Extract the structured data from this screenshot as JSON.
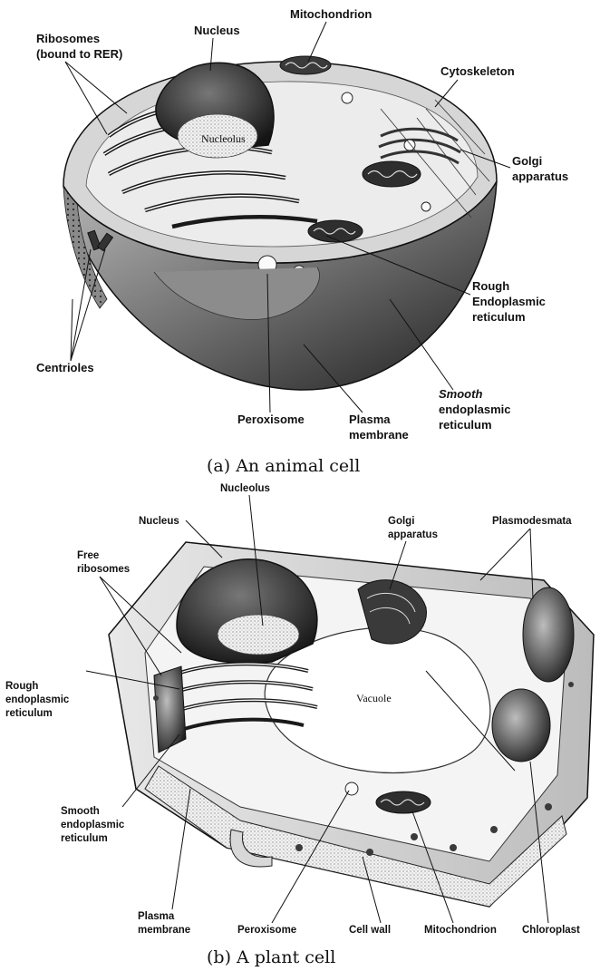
{
  "figure_a": {
    "labels": {
      "mitochondrion": "Mitochondrion",
      "nucleus": "Nucleus",
      "ribosomes_1": "Ribosomes",
      "ribosomes_2": "(bound to RER)",
      "cytoskeleton": "Cytoskeleton",
      "nucleolus": "Nucleolus",
      "golgi_1": "Golgi",
      "golgi_2": "apparatus",
      "rough_er_1": "Rough",
      "rough_er_2": "Endoplasmic",
      "rough_er_3": "reticulum",
      "centrioles": "Centrioles",
      "smooth_er_1": "Smooth",
      "smooth_er_2": "endoplasmic",
      "smooth_er_3": "reticulum",
      "peroxisome": "Peroxisome",
      "plasma_1": "Plasma",
      "plasma_2": "membrane"
    },
    "caption": "(a) An animal cell"
  },
  "figure_b": {
    "labels": {
      "nucleolus": "Nucleolus",
      "nucleus": "Nucleus",
      "golgi_1": "Golgi",
      "golgi_2": "apparatus",
      "plasmodesmata": "Plasmodesmata",
      "free_ribosomes_1": "Free",
      "free_ribosomes_2": "ribosomes",
      "rough_er_1": "Rough",
      "rough_er_2": "endoplasmic",
      "rough_er_3": "reticulum",
      "vacuole": "Vacuole",
      "smooth_er_1": "Smooth",
      "smooth_er_2": "endoplasmic",
      "smooth_er_3": "reticulum",
      "plasma_1": "Plasma",
      "plasma_2": "membrane",
      "peroxisome": "Peroxisome",
      "cell_wall": "Cell wall",
      "mitochondrion": "Mitochondrion",
      "chloroplast": "Chloroplast"
    },
    "caption": "(b) A plant cell"
  }
}
